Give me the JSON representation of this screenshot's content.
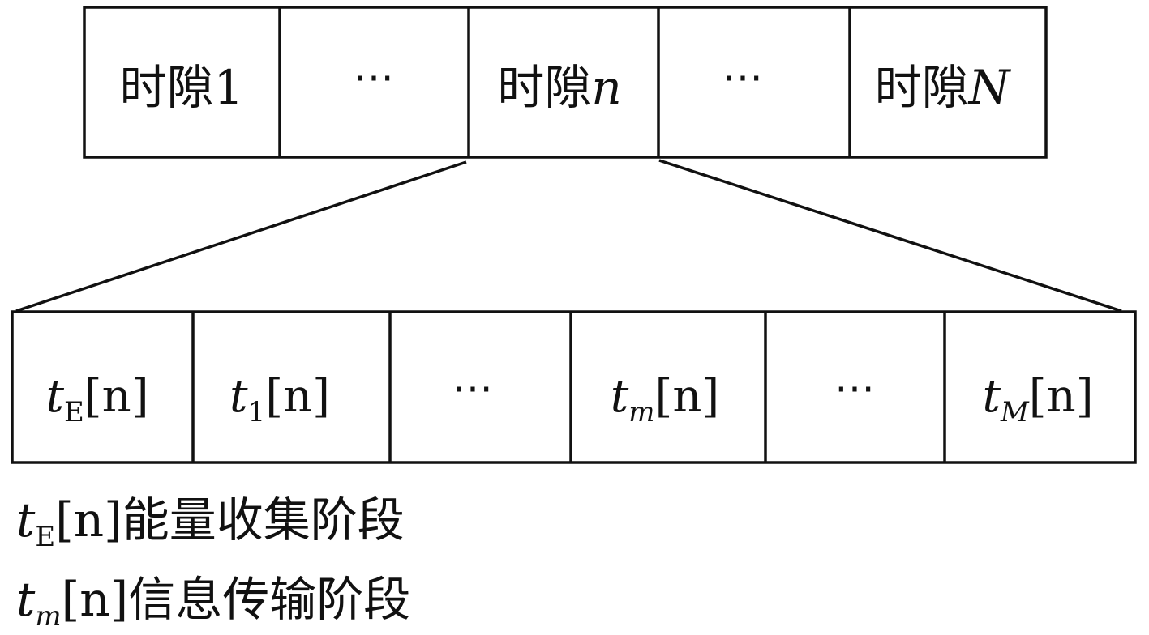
{
  "top_row": {
    "cells": [
      {
        "prefix": "时隙",
        "var": "1",
        "var_italic": false
      },
      {
        "prefix": "⋯",
        "var": "",
        "var_italic": false
      },
      {
        "prefix": "时隙",
        "var": "n",
        "var_italic": true
      },
      {
        "prefix": "⋯",
        "var": "",
        "var_italic": false
      },
      {
        "prefix": "时隙",
        "var": "N",
        "var_italic": true
      }
    ]
  },
  "bottom_row": {
    "cells": [
      {
        "base": "t",
        "sub": "E",
        "sub_italic": false,
        "bracket": "[n]"
      },
      {
        "base": "t",
        "sub": "1",
        "sub_italic": false,
        "bracket": "[n]"
      },
      {
        "base": "⋯",
        "sub": "",
        "sub_italic": false,
        "bracket": ""
      },
      {
        "base": "t",
        "sub": "m",
        "sub_italic": true,
        "bracket": "[n]"
      },
      {
        "base": "⋯",
        "sub": "",
        "sub_italic": false,
        "bracket": ""
      },
      {
        "base": "t",
        "sub": "M",
        "sub_italic": true,
        "bracket": "[n]"
      }
    ]
  },
  "legend": [
    {
      "base": "t",
      "sub": "E",
      "sub_italic": false,
      "bracket": "[n]",
      "text": "能量收集阶段"
    },
    {
      "base": "t",
      "sub": "m",
      "sub_italic": true,
      "bracket": "[n]",
      "text": "信息传输阶段"
    }
  ],
  "colors": {
    "stroke": "#111111",
    "background": "#ffffff"
  }
}
